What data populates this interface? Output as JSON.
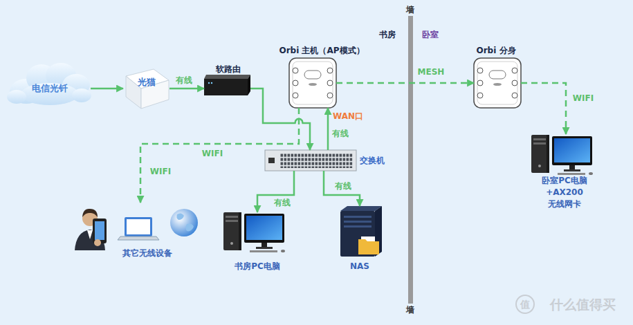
{
  "diagram": {
    "nodes": [
      {
        "text": [
          "电信光钎"
        ]
      },
      {
        "text": [
          "光猫"
        ]
      },
      {
        "text": [
          "软路由"
        ]
      },
      {
        "text": [
          "Orbi 主机（AP模式）"
        ]
      },
      {
        "text": [
          "Orbi 分身"
        ]
      },
      {
        "text": [
          "交换机"
        ]
      },
      {
        "text": [
          "其它无线设备"
        ]
      },
      {
        "text": [
          "书房PC电脑"
        ]
      },
      {
        "text": [
          "NAS"
        ]
      },
      {
        "text": [
          "卧室PC电脑 +AX200 无线网卡"
        ]
      }
    ],
    "edges": [
      {
        "from": 0,
        "to": 1,
        "arrow": "to"
      },
      {
        "from": 1,
        "to": 2,
        "label": "有线",
        "arrow": "to"
      },
      {
        "from": 2,
        "to": 5,
        "arrow": "to"
      },
      {
        "from": 5,
        "to": 3,
        "label": "有线",
        "arrow": "to"
      },
      {
        "from": 3,
        "to": 4,
        "label": "MESH",
        "arrow": "to"
      },
      {
        "from": 3,
        "to": 6,
        "label": "WIFI",
        "arrow": "to"
      },
      {
        "from": 5,
        "to": 7,
        "label": "有线",
        "arrow": "to"
      },
      {
        "from": 5,
        "to": 8,
        "label": "有线",
        "arrow": "to"
      },
      {
        "from": 4,
        "to": 9,
        "label": "WIFI",
        "arrow": "to"
      }
    ],
    "labels": [
      "墙",
      "书房",
      "卧室",
      "WAN口",
      "WIFI",
      "墙",
      "值",
      "什么值得买"
    ]
  }
}
